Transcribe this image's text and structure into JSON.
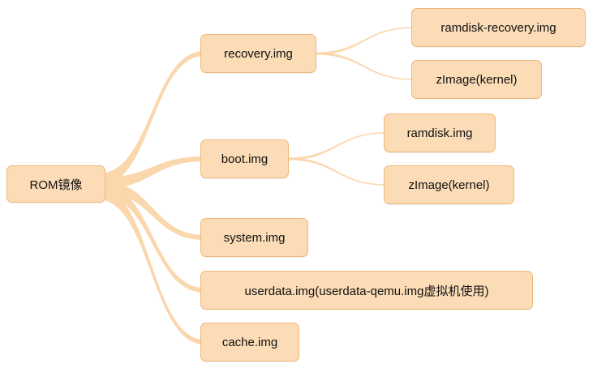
{
  "diagram": {
    "root": {
      "label": "ROM镜像"
    },
    "recovery": {
      "label": "recovery.img",
      "children": [
        "ramdisk-recovery.img",
        "zImage(kernel)"
      ]
    },
    "boot": {
      "label": "boot.img",
      "children": [
        "ramdisk.img",
        "zImage(kernel)"
      ]
    },
    "system": {
      "label": "system.img"
    },
    "userdata": {
      "label": "userdata.img(userdata-qemu.img虚拟机使用)"
    },
    "cache": {
      "label": "cache.img"
    }
  },
  "colors": {
    "node_fill": "#fbdcb6",
    "node_border": "#efb77a",
    "branch": "#fad7ad"
  }
}
